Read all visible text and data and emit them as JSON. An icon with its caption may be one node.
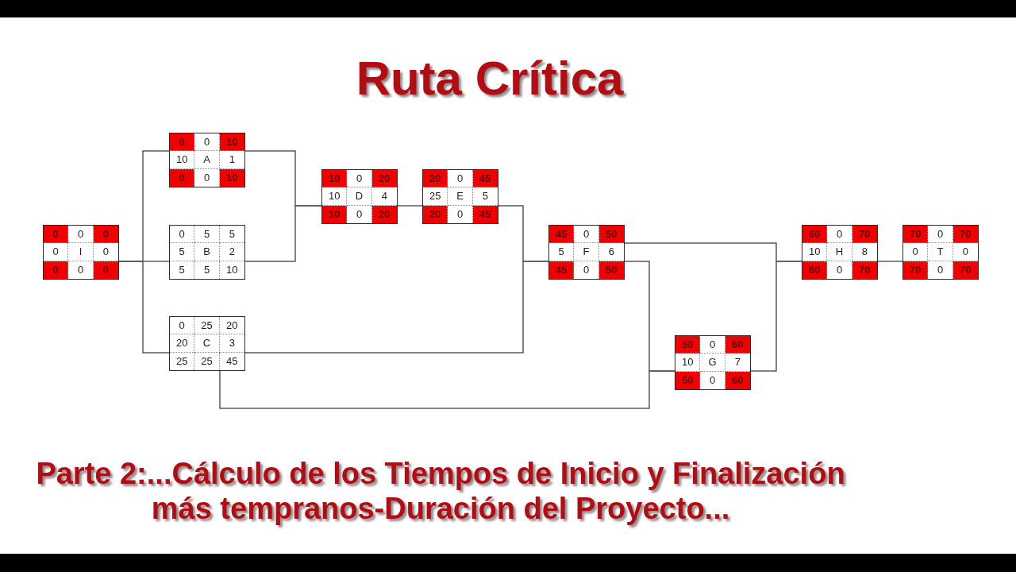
{
  "diagram": {
    "title": "Ruta Crítica",
    "caption": "Parte 2:...Cálculo de los Tiempos de Inicio y Finalización más tempranos-Duración del Proyecto...",
    "nodes": [
      {
        "text": [
          "0",
          "0",
          "0",
          "0",
          "I",
          "0",
          "0",
          "0",
          "0"
        ]
      },
      {
        "text": [
          "0",
          "0",
          "10",
          "10",
          "A",
          "1",
          "0",
          "0",
          "10"
        ]
      },
      {
        "text": [
          "0",
          "5",
          "5",
          "5",
          "B",
          "2",
          "5",
          "5",
          "10"
        ]
      },
      {
        "text": [
          "0",
          "25",
          "20",
          "20",
          "C",
          "3",
          "25",
          "25",
          "45"
        ]
      },
      {
        "text": [
          "10",
          "0",
          "20",
          "10",
          "D",
          "4",
          "10",
          "0",
          "20"
        ]
      },
      {
        "text": [
          "20",
          "0",
          "45",
          "25",
          "E",
          "5",
          "20",
          "0",
          "45"
        ]
      },
      {
        "text": [
          "45",
          "0",
          "50",
          "5",
          "F",
          "6",
          "45",
          "0",
          "50"
        ]
      },
      {
        "text": [
          "50",
          "0",
          "60",
          "10",
          "G",
          "7",
          "50",
          "0",
          "60"
        ]
      },
      {
        "text": [
          "60",
          "0",
          "70",
          "10",
          "H",
          "8",
          "60",
          "0",
          "70"
        ]
      },
      {
        "text": [
          "70",
          "0",
          "70",
          "0",
          "T",
          "0",
          "70",
          "0",
          "70"
        ]
      }
    ],
    "edges": [
      {
        "from": 0,
        "to": 1,
        "arrow": "none"
      },
      {
        "from": 0,
        "to": 2,
        "arrow": "none"
      },
      {
        "from": 0,
        "to": 3,
        "arrow": "none"
      },
      {
        "from": 1,
        "to": 4,
        "arrow": "none"
      },
      {
        "from": 2,
        "to": 4,
        "arrow": "none"
      },
      {
        "from": 4,
        "to": 5,
        "arrow": "none"
      },
      {
        "from": 5,
        "to": 6,
        "arrow": "none"
      },
      {
        "from": 3,
        "to": 6,
        "arrow": "none"
      },
      {
        "from": 6,
        "to": 8,
        "arrow": "none"
      },
      {
        "from": 6,
        "to": 7,
        "arrow": "none"
      },
      {
        "from": 3,
        "to": 7,
        "arrow": "none"
      },
      {
        "from": 7,
        "to": 8,
        "arrow": "none"
      },
      {
        "from": 8,
        "to": 9,
        "arrow": "none"
      }
    ]
  }
}
